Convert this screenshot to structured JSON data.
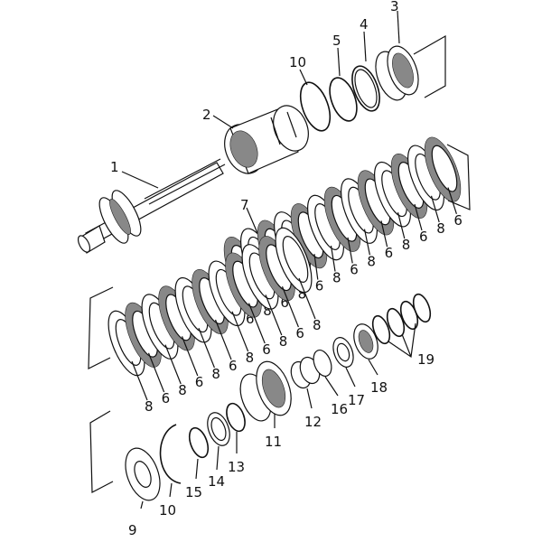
{
  "callouts": {
    "p1": "1",
    "p2": "2",
    "p3": "3",
    "p4": "4",
    "p5": "5",
    "p6": "6",
    "p7": "7",
    "p8": "8",
    "p9": "9",
    "p10": "10",
    "p11": "11",
    "p12": "12",
    "p13": "13",
    "p14": "14",
    "p15": "15",
    "p16": "16",
    "p17": "17",
    "p18": "18",
    "p19": "19"
  },
  "pack_labels": {
    "upper_right": [
      "6",
      "8",
      "6",
      "8",
      "6",
      "8",
      "6",
      "8",
      "6",
      "8",
      "6",
      "8",
      "6"
    ],
    "lower_left": [
      "8",
      "6",
      "8",
      "6",
      "8",
      "6",
      "8",
      "6",
      "8",
      "6",
      "8"
    ]
  },
  "colors": {
    "ink": "#111111",
    "paper": "#ffffff"
  }
}
